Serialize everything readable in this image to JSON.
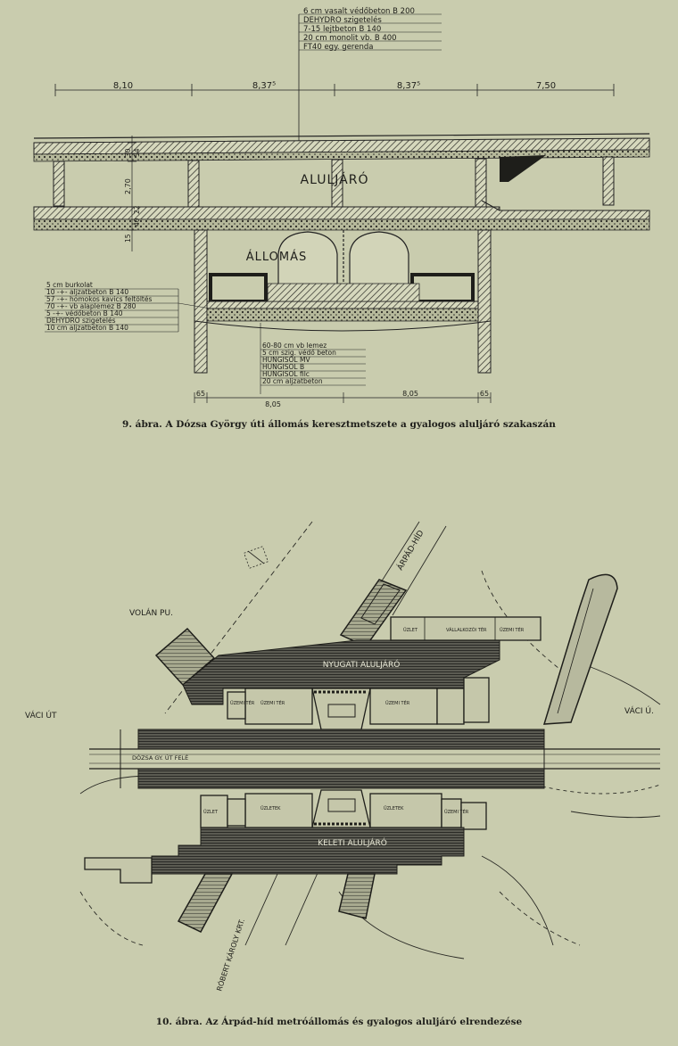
{
  "figure9": {
    "layers_top": [
      "6 cm vasalt védőbeton B 200",
      "DEHYDRO szigetelés",
      "7-15 lejtbeton   B 140",
      "20 cm monolit vb.   B 400",
      "FT40 egy. gerenda"
    ],
    "dims_top": [
      "8,10",
      "8,37⁵",
      "8,37⁵",
      "7,50"
    ],
    "dims_left": [
      "30",
      "54",
      "2,70",
      "15",
      "40",
      "22"
    ],
    "label_aluljaro": "ALULJÁRÓ",
    "label_allomas": "ÁLLOMÁS",
    "layers_left": [
      "5 cm burkolat",
      "10 -+- aljzatbeton   B 140",
      "57 -+- homokos kavics feltöltés",
      "70 -+- vb alaplemez   B 280",
      "5 -+- védőbeton   B 140",
      "DEHYDRO szigetelés",
      "10 cm aljzatbeton   B 140"
    ],
    "layers_bottom": [
      "60-80 cm vb lemez",
      "5 cm szig. védő beton",
      "HUNGISOL MV",
      "HUNGISOL B",
      "HUNGISOL filc",
      "20 cm aljzatbeton"
    ],
    "dims_bottom": [
      "65",
      "8,05",
      "8,05",
      "65"
    ],
    "caption": "9. ábra. A Dózsa György úti állomás keresztmetszete a gyalogos aluljáró szakaszán"
  },
  "figure10": {
    "label_arpad_hid": "ÁRPÁD-HÍD",
    "label_volan_pu": "VOLÁN PU.",
    "label_vaci_ut_left": "VÁCI ÚT",
    "label_vaci_ut_right": "VÁCI Ú.",
    "label_nyugati": "NYUGATI ALULJÁRÓ",
    "label_keleti": "KELETI ALULJÁRÓ",
    "label_track": "DÓZSA GY. ÚT FELÉ",
    "label_robert_karoly": "RÓBERT KÁROLY KRT.",
    "shop_labels": [
      "ÜZLET",
      "VÁLLALKOZÓI TÉR",
      "ÜZEMI TÉR",
      "ÜZEMI TÉR",
      "ÜZEMI TÉR",
      "ÜZEMI TÉR",
      "ÜZLETEK",
      "ÜZLETEK",
      "ÜZEMI TÉR",
      "ÜZLET"
    ],
    "caption": "10. ábra. Az Árpád-híd metróállomás és gyalogos aluljáró elrendezése"
  }
}
